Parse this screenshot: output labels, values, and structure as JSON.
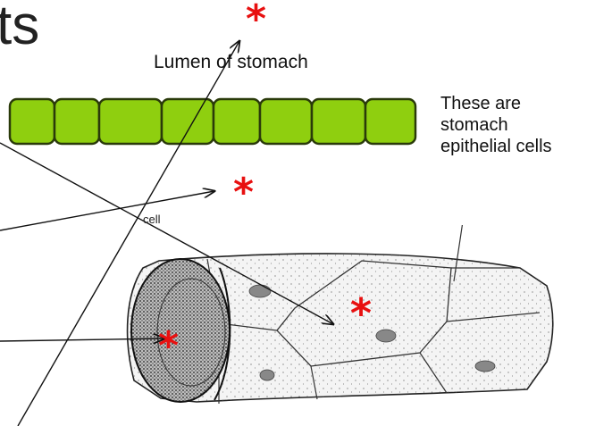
{
  "title_fragment": "ts",
  "lumen_label": "Lumen of stomach",
  "description_lines": [
    "These are",
    "stomach",
    "epithelial cells"
  ],
  "cell_label": "cell",
  "asterisk": "*",
  "colors": {
    "cell_fill": "#8fcf0f",
    "cell_stroke": "#2a3a0a",
    "asterisk": "#e81010"
  },
  "epithelial_cell_count": 8
}
